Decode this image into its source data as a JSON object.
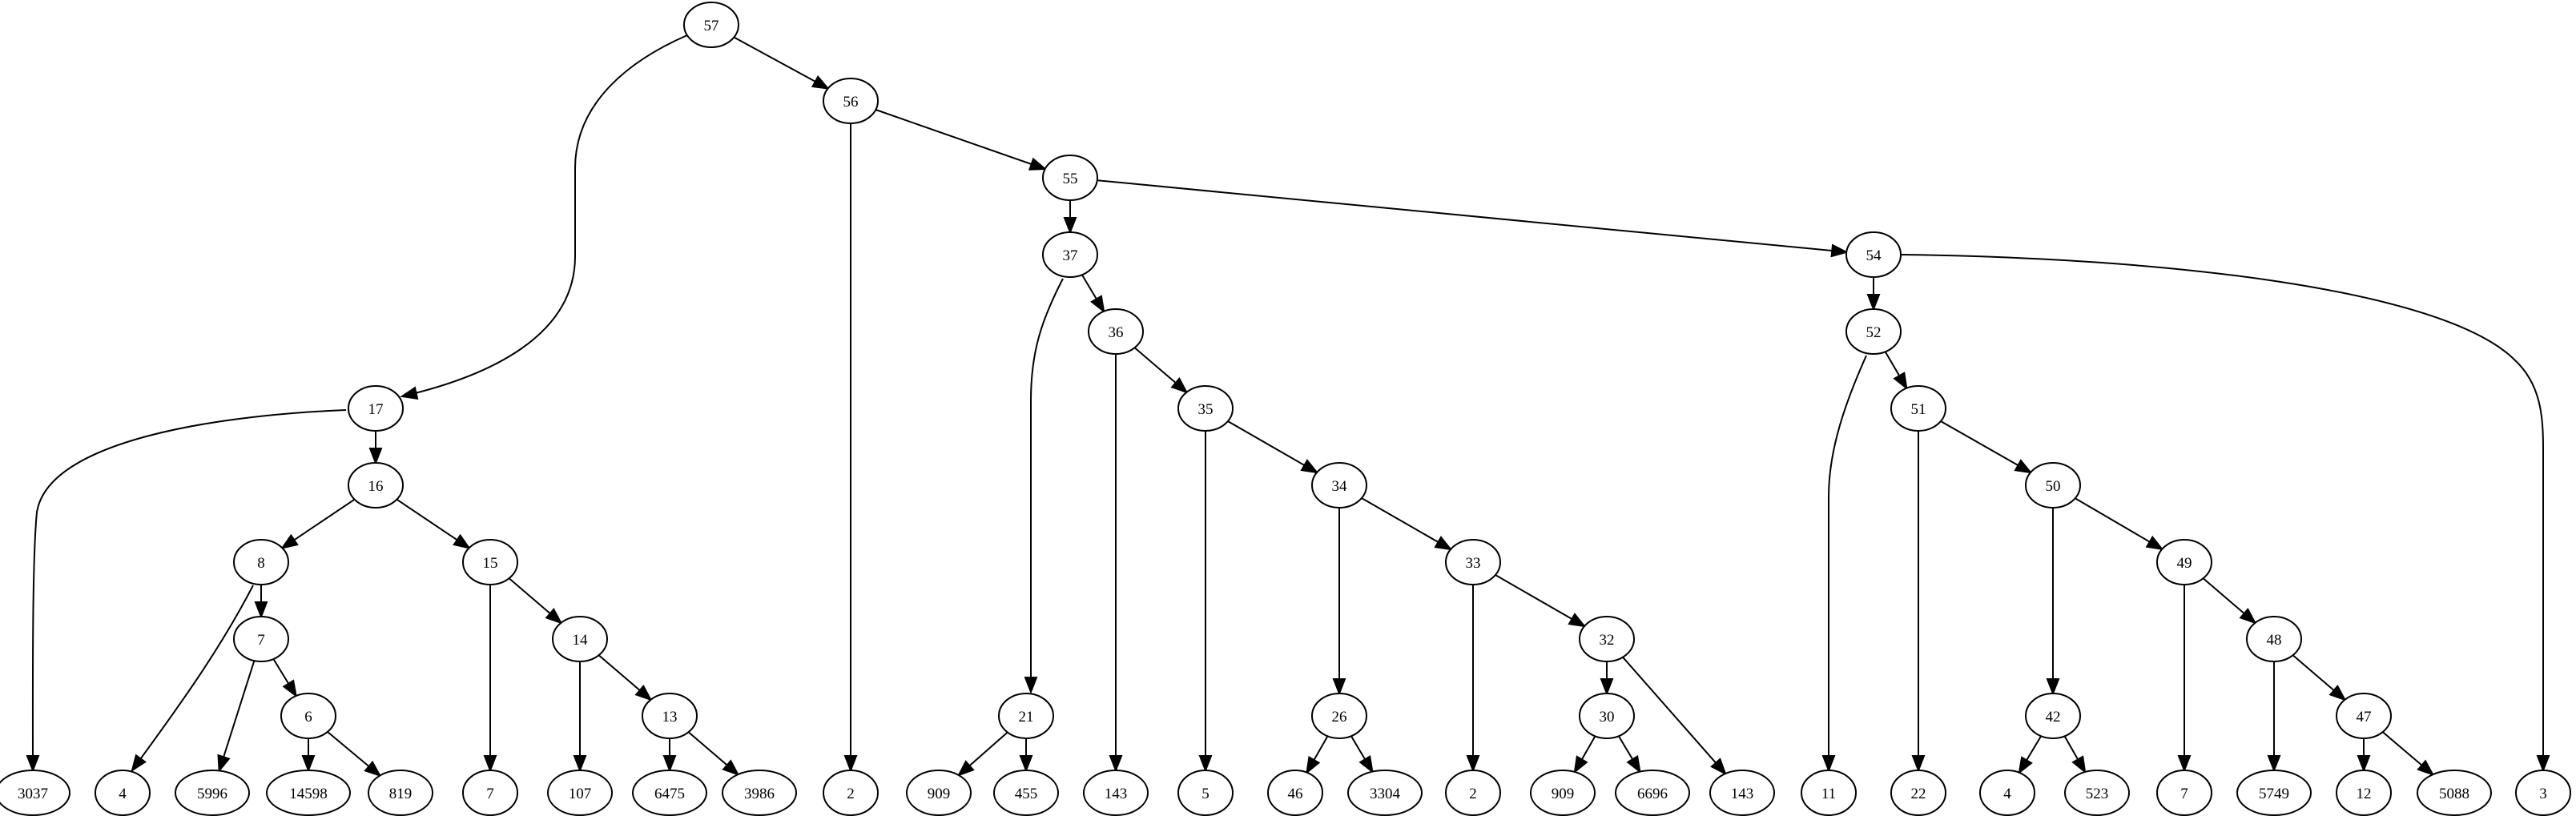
{
  "nodes": [
    {
      "id": "n57",
      "label": "57"
    },
    {
      "id": "n56",
      "label": "56"
    },
    {
      "id": "n55",
      "label": "55"
    },
    {
      "id": "n37",
      "label": "37"
    },
    {
      "id": "n54",
      "label": "54"
    },
    {
      "id": "n17",
      "label": "17"
    },
    {
      "id": "l3037",
      "label": "3037"
    },
    {
      "id": "n16",
      "label": "16"
    },
    {
      "id": "n8",
      "label": "8"
    },
    {
      "id": "l4a",
      "label": "4"
    },
    {
      "id": "n7",
      "label": "7"
    },
    {
      "id": "l5996",
      "label": "5996"
    },
    {
      "id": "n6",
      "label": "6"
    },
    {
      "id": "l14598",
      "label": "14598"
    },
    {
      "id": "l819",
      "label": "819"
    },
    {
      "id": "n15",
      "label": "15"
    },
    {
      "id": "l7a",
      "label": "7"
    },
    {
      "id": "n14",
      "label": "14"
    },
    {
      "id": "l107",
      "label": "107"
    },
    {
      "id": "n13",
      "label": "13"
    },
    {
      "id": "l6475",
      "label": "6475"
    },
    {
      "id": "l3986",
      "label": "3986"
    },
    {
      "id": "l2a",
      "label": "2"
    },
    {
      "id": "n21",
      "label": "21"
    },
    {
      "id": "l909a",
      "label": "909"
    },
    {
      "id": "l455",
      "label": "455"
    },
    {
      "id": "n36",
      "label": "36"
    },
    {
      "id": "l143a",
      "label": "143"
    },
    {
      "id": "n35",
      "label": "35"
    },
    {
      "id": "l5",
      "label": "5"
    },
    {
      "id": "n34",
      "label": "34"
    },
    {
      "id": "n26",
      "label": "26"
    },
    {
      "id": "l46",
      "label": "46"
    },
    {
      "id": "l3304",
      "label": "3304"
    },
    {
      "id": "n33",
      "label": "33"
    },
    {
      "id": "l2b",
      "label": "2"
    },
    {
      "id": "n32",
      "label": "32"
    },
    {
      "id": "n30",
      "label": "30"
    },
    {
      "id": "l909b",
      "label": "909"
    },
    {
      "id": "l6696",
      "label": "6696"
    },
    {
      "id": "l143b",
      "label": "143"
    },
    {
      "id": "n52",
      "label": "52"
    },
    {
      "id": "l11",
      "label": "11"
    },
    {
      "id": "n51",
      "label": "51"
    },
    {
      "id": "l22",
      "label": "22"
    },
    {
      "id": "n50",
      "label": "50"
    },
    {
      "id": "n42",
      "label": "42"
    },
    {
      "id": "l4b",
      "label": "4"
    },
    {
      "id": "l523",
      "label": "523"
    },
    {
      "id": "n49",
      "label": "49"
    },
    {
      "id": "l7b",
      "label": "7"
    },
    {
      "id": "n48",
      "label": "48"
    },
    {
      "id": "l5749",
      "label": "5749"
    },
    {
      "id": "n47",
      "label": "47"
    },
    {
      "id": "l12",
      "label": "12"
    },
    {
      "id": "l5088",
      "label": "5088"
    },
    {
      "id": "l3",
      "label": "3"
    }
  ],
  "edges": [
    {
      "from": "n57",
      "to": "n17"
    },
    {
      "from": "n57",
      "to": "n56"
    },
    {
      "from": "n56",
      "to": "l2a"
    },
    {
      "from": "n56",
      "to": "n55"
    },
    {
      "from": "n55",
      "to": "n37"
    },
    {
      "from": "n55",
      "to": "n54"
    },
    {
      "from": "n17",
      "to": "l3037"
    },
    {
      "from": "n17",
      "to": "n16"
    },
    {
      "from": "n16",
      "to": "n8"
    },
    {
      "from": "n16",
      "to": "n15"
    },
    {
      "from": "n8",
      "to": "l4a"
    },
    {
      "from": "n8",
      "to": "n7"
    },
    {
      "from": "n7",
      "to": "l5996"
    },
    {
      "from": "n7",
      "to": "n6"
    },
    {
      "from": "n6",
      "to": "l14598"
    },
    {
      "from": "n6",
      "to": "l819"
    },
    {
      "from": "n15",
      "to": "l7a"
    },
    {
      "from": "n15",
      "to": "n14"
    },
    {
      "from": "n14",
      "to": "l107"
    },
    {
      "from": "n14",
      "to": "n13"
    },
    {
      "from": "n13",
      "to": "l6475"
    },
    {
      "from": "n13",
      "to": "l3986"
    },
    {
      "from": "n37",
      "to": "n21"
    },
    {
      "from": "n37",
      "to": "n36"
    },
    {
      "from": "n21",
      "to": "l909a"
    },
    {
      "from": "n21",
      "to": "l455"
    },
    {
      "from": "n36",
      "to": "l143a"
    },
    {
      "from": "n36",
      "to": "n35"
    },
    {
      "from": "n35",
      "to": "l5"
    },
    {
      "from": "n35",
      "to": "n34"
    },
    {
      "from": "n34",
      "to": "n26"
    },
    {
      "from": "n34",
      "to": "n33"
    },
    {
      "from": "n26",
      "to": "l46"
    },
    {
      "from": "n26",
      "to": "l3304"
    },
    {
      "from": "n33",
      "to": "l2b"
    },
    {
      "from": "n33",
      "to": "n32"
    },
    {
      "from": "n32",
      "to": "n30"
    },
    {
      "from": "n32",
      "to": "l143b"
    },
    {
      "from": "n30",
      "to": "l909b"
    },
    {
      "from": "n30",
      "to": "l6696"
    },
    {
      "from": "n54",
      "to": "n52"
    },
    {
      "from": "n54",
      "to": "l3"
    },
    {
      "from": "n52",
      "to": "l11"
    },
    {
      "from": "n52",
      "to": "n51"
    },
    {
      "from": "n51",
      "to": "l22"
    },
    {
      "from": "n51",
      "to": "n50"
    },
    {
      "from": "n50",
      "to": "n42"
    },
    {
      "from": "n50",
      "to": "n49"
    },
    {
      "from": "n42",
      "to": "l4b"
    },
    {
      "from": "n42",
      "to": "l523"
    },
    {
      "from": "n49",
      "to": "l7b"
    },
    {
      "from": "n49",
      "to": "n48"
    },
    {
      "from": "n48",
      "to": "l5749"
    },
    {
      "from": "n48",
      "to": "n47"
    },
    {
      "from": "n47",
      "to": "l12"
    },
    {
      "from": "n47",
      "to": "l5088"
    }
  ]
}
